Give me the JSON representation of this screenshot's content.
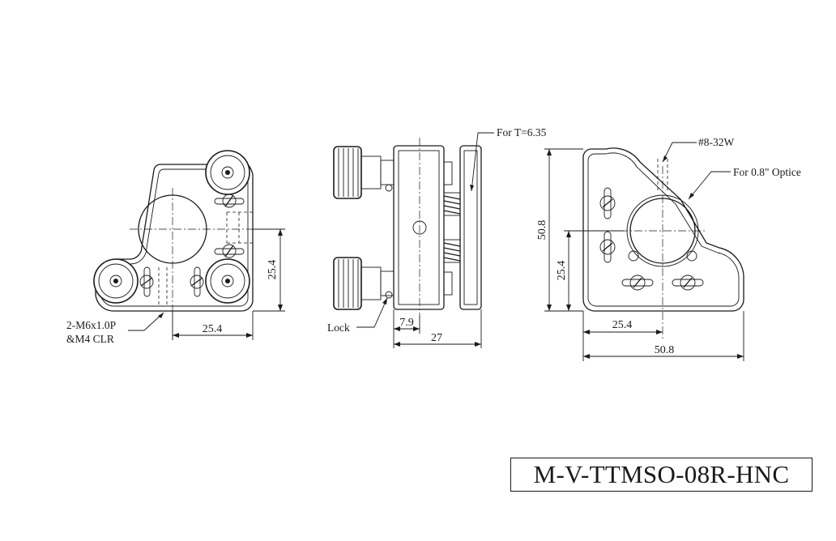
{
  "part_number": "M-V-TTMSO-08R-HNC",
  "front_view": {
    "hole_note_line1": "2-M6x1.0P",
    "hole_note_line2": "&M4 CLR",
    "dim_horizontal": "25.4",
    "dim_vertical": "25.4"
  },
  "side_view": {
    "thickness_note": "For T=6.35",
    "lock_label": "Lock",
    "dim_lock_offset": "7.9",
    "dim_overall_depth": "27"
  },
  "rear_view": {
    "thread_note": "#8-32W",
    "optic_note": "For 0.8\" Optice",
    "dim_height": "50.8",
    "dim_center_height": "25.4",
    "dim_center_width": "25.4",
    "dim_width": "50.8"
  }
}
